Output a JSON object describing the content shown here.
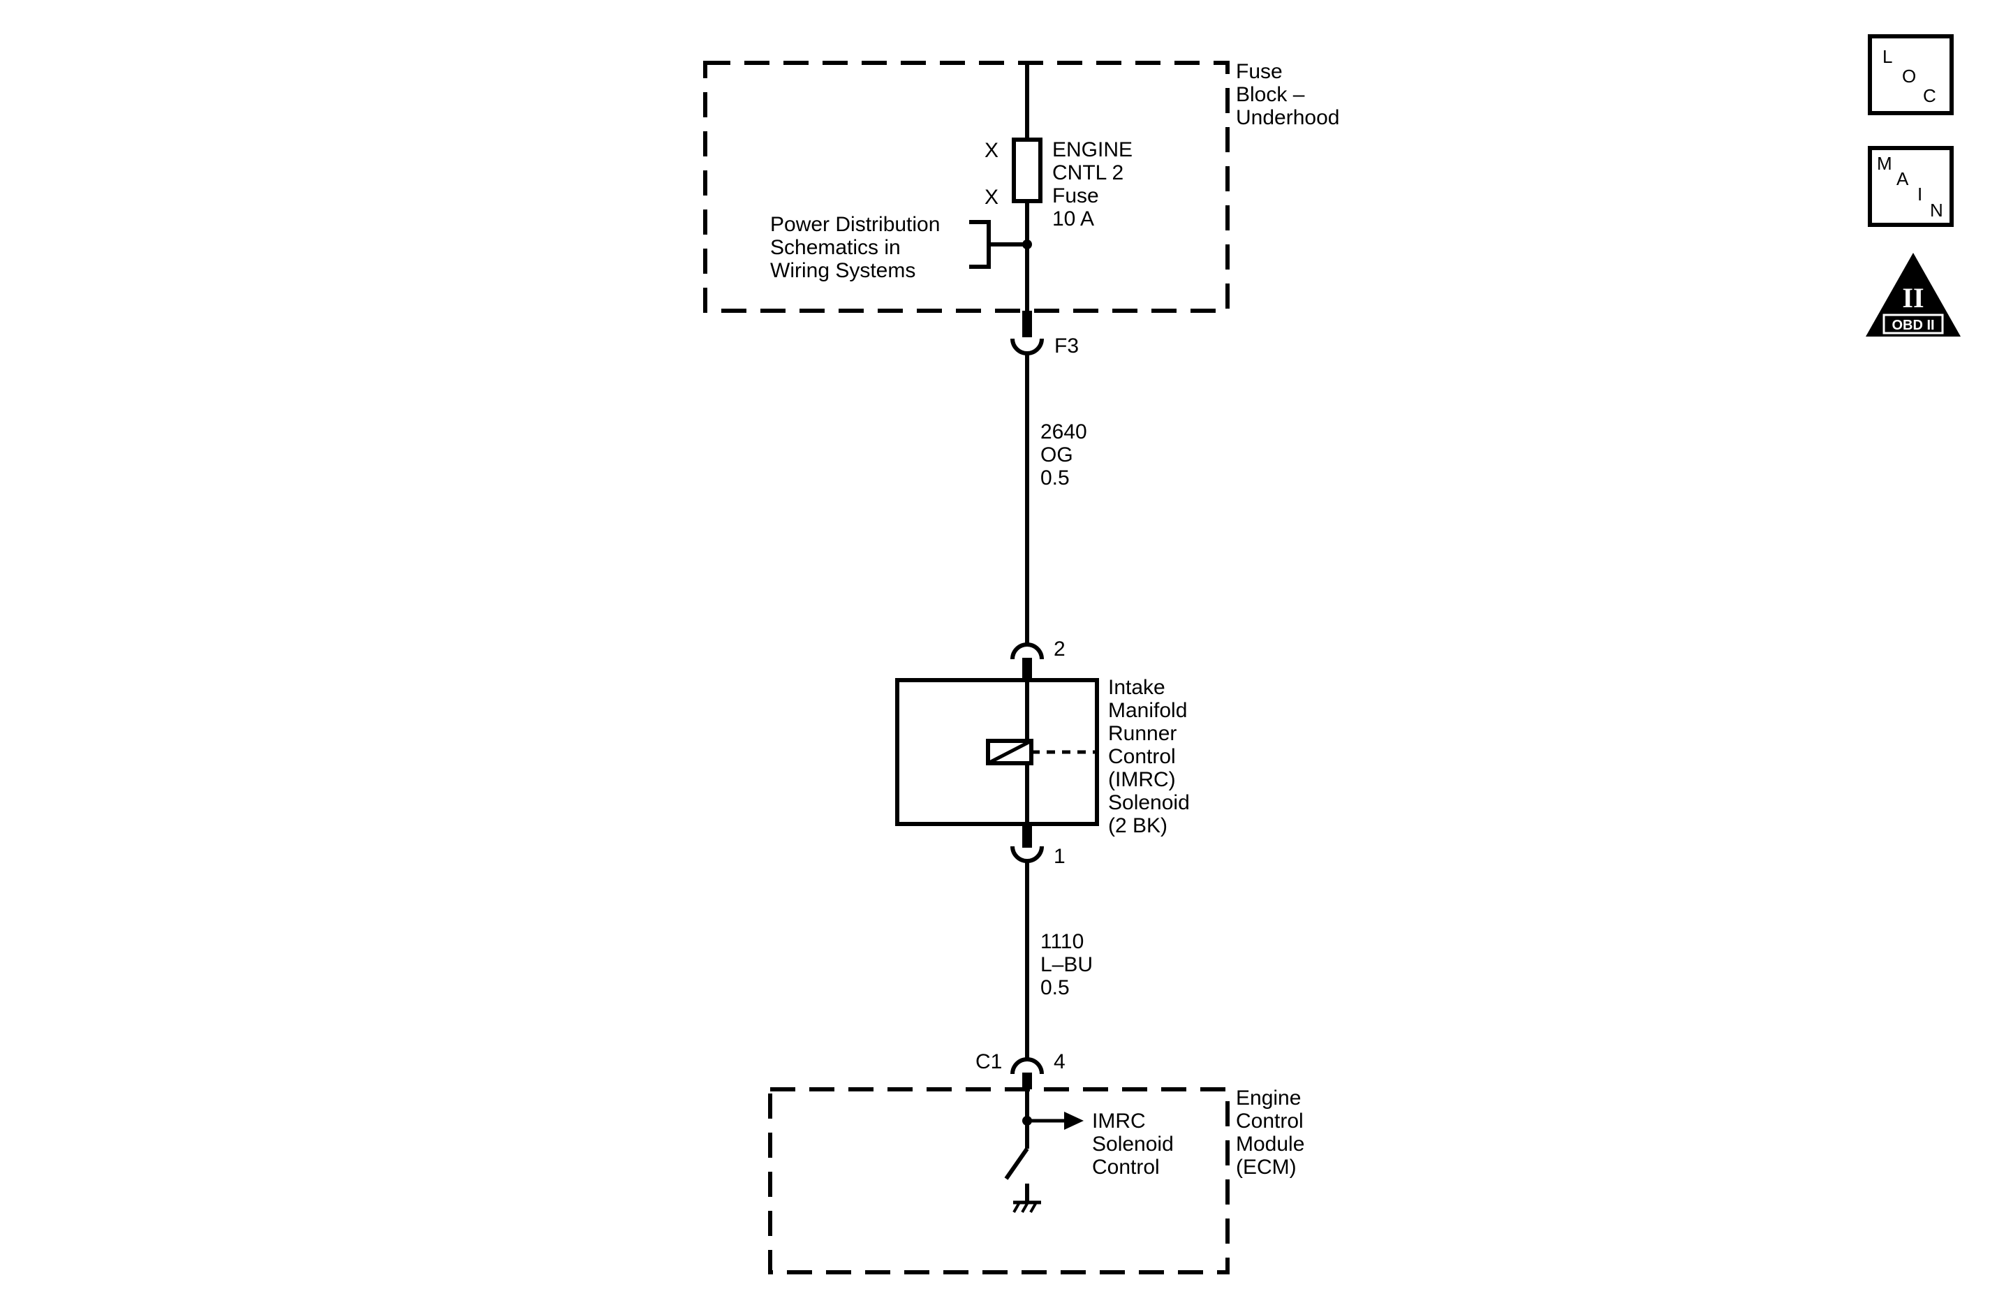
{
  "fuse_block": {
    "label_lines": [
      "Fuse",
      "Block –",
      "Underhood"
    ],
    "fuse_label_lines": [
      "ENGINE",
      "CNTL 2",
      "Fuse",
      "10 A"
    ],
    "x_marks": [
      "X",
      "X"
    ],
    "power_dist_lines": [
      "Power Distribution",
      "Schematics in",
      "Wiring Systems"
    ]
  },
  "connectors": {
    "f3": "F3",
    "pin2": "2",
    "pin1": "1",
    "c1": "C1",
    "pin4": "4"
  },
  "wire_upper": {
    "lines": [
      "2640",
      "OG",
      "0.5"
    ]
  },
  "wire_lower": {
    "lines": [
      "1110",
      "L–BU",
      "0.5"
    ]
  },
  "solenoid": {
    "label_lines": [
      "Intake",
      "Manifold",
      "Runner",
      "Control",
      "(IMRC)",
      "Solenoid",
      "(2 BK)"
    ]
  },
  "ecm": {
    "label_lines": [
      "Engine",
      "Control",
      "Module",
      "(ECM)"
    ],
    "signal_lines": [
      "IMRC",
      "Solenoid",
      "Control"
    ]
  },
  "badges": {
    "loc": [
      "L",
      "O",
      "C"
    ],
    "main": [
      "M",
      "A",
      "I",
      "N"
    ],
    "obd_roman": "II",
    "obd_text": "OBD II"
  }
}
